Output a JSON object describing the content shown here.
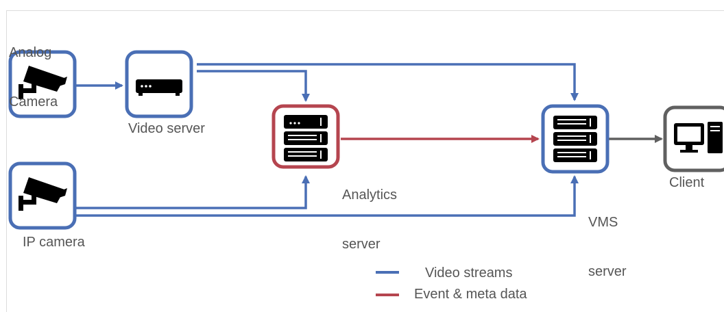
{
  "nodes": {
    "analog_camera": {
      "label_line1": "Analog",
      "label_line2": "Camera",
      "icon": "camera-icon"
    },
    "video_server": {
      "label": "Video server",
      "icon": "dvr-icon"
    },
    "analytics_server": {
      "label_line1": "Analytics",
      "label_line2": "server",
      "icon": "server-rack-icon"
    },
    "vms_server": {
      "label_line1": "VMS",
      "label_line2": "server",
      "icon": "server-rack-icon"
    },
    "ip_camera": {
      "label": "IP camera",
      "icon": "camera-icon"
    },
    "client": {
      "label": "Client",
      "icon": "desktop-computer-icon"
    }
  },
  "legend": {
    "video_streams": "Video streams",
    "event_meta": "Event & meta data"
  },
  "colors": {
    "video": "#4a6fb5",
    "event": "#b5454f",
    "client": "#606060",
    "label": "#555555"
  }
}
